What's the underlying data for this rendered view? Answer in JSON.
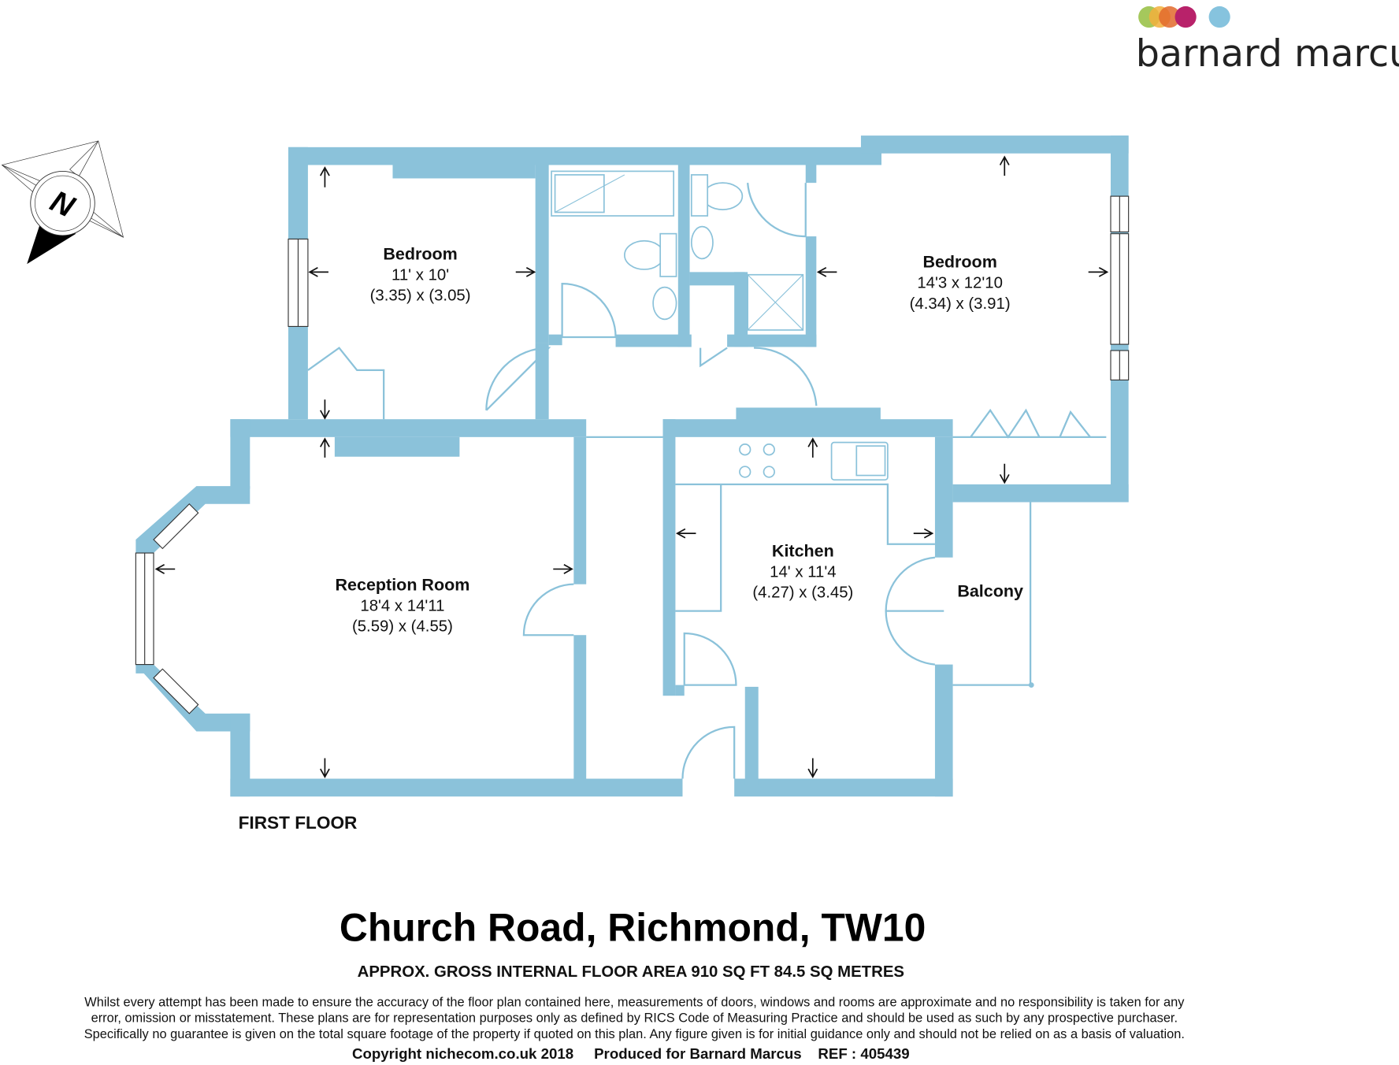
{
  "brand": {
    "name": "barnard marcus",
    "dot_colors": [
      "#9bc24a",
      "#f2b03c",
      "#e26a2c",
      "#b8226a",
      "#86c3de"
    ]
  },
  "colors": {
    "wall": "#8bc2da"
  },
  "compass": {
    "label": "N"
  },
  "rooms": [
    {
      "name": "Bedroom",
      "imperial": "11' x 10'",
      "metric": "(3.35) x (3.05)"
    },
    {
      "name": "Bedroom",
      "imperial": "14'3 x 12'10",
      "metric": "(4.34) x (3.91)"
    },
    {
      "name": "Reception Room",
      "imperial": "18'4 x 14'11",
      "metric": "(5.59) x (4.55)"
    },
    {
      "name": "Kitchen",
      "imperial": "14' x 11'4",
      "metric": "(4.27) x (3.45)"
    },
    {
      "name": "Balcony"
    }
  ],
  "floor_label": "FIRST FLOOR",
  "address": "Church Road, Richmond, TW10",
  "area": "APPROX. GROSS INTERNAL FLOOR AREA 910 SQ FT 84.5 SQ METRES",
  "disclaimer": [
    "Whilst every attempt has been made to ensure the accuracy of the floor plan contained here, measurements of doors, windows and rooms are approximate and no responsibility is taken for any",
    "error, omission or misstatement. These plans are for representation purposes only as defined by RICS Code of Measuring Practice and should be used as such by any prospective purchaser.",
    "Specifically no guarantee is given on the total square footage of the property if quoted on this plan. Any figure given is for initial guidance only and should not be relied on as a basis of valuation."
  ],
  "copyright": "Copyright nichecom.co.uk 2018     Produced for Barnard Marcus    REF : 405439"
}
